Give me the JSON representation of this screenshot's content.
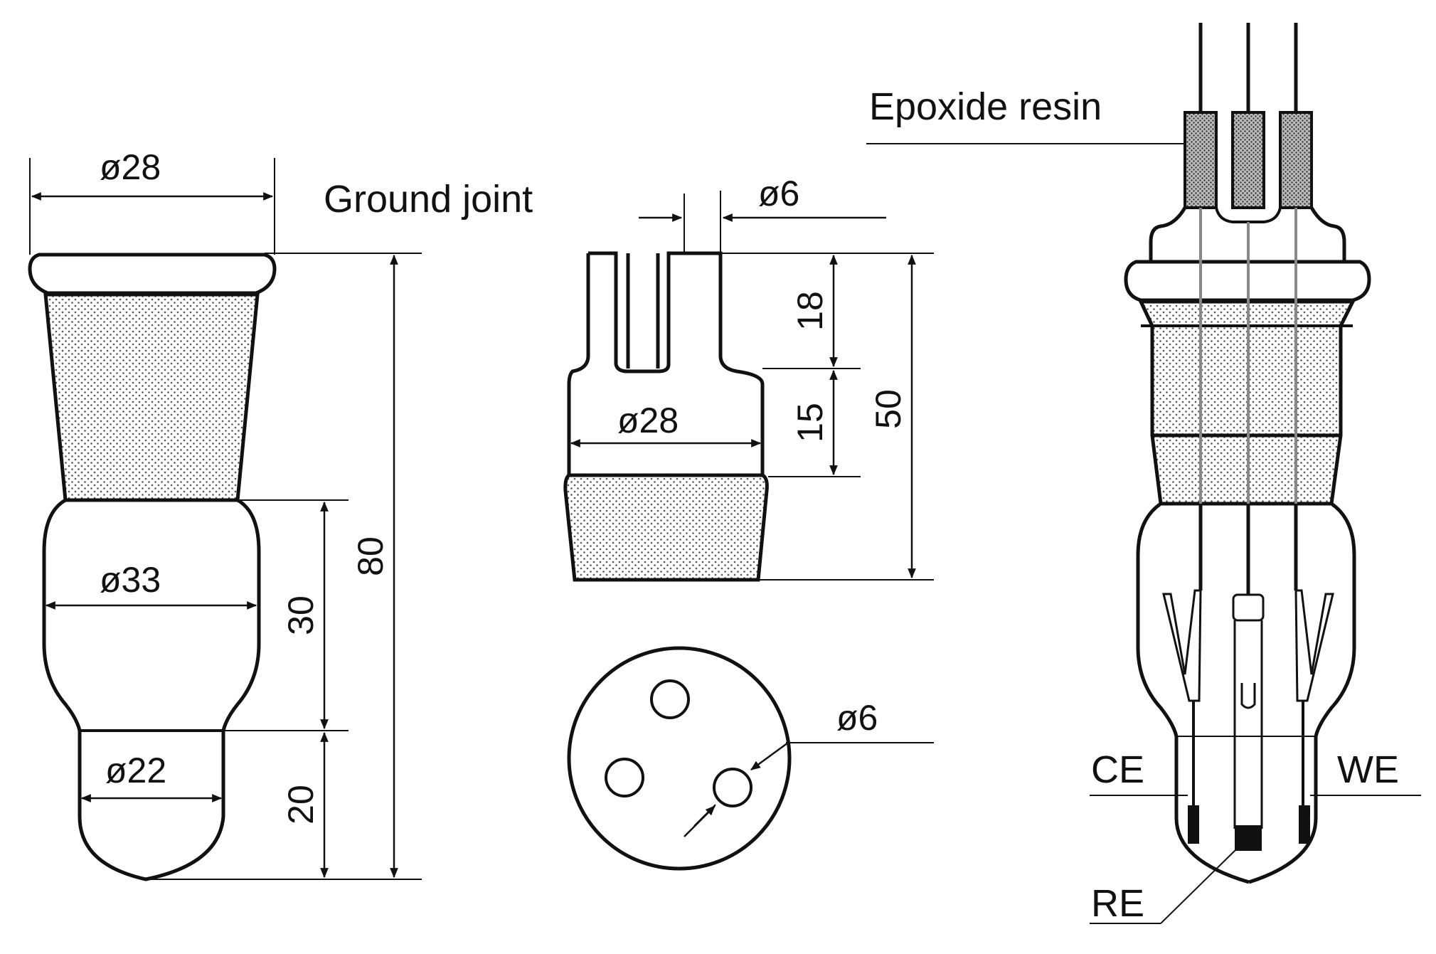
{
  "labels": {
    "ground_joint": "Ground joint",
    "epoxide_resin": "Epoxide resin",
    "ce": "CE",
    "we": "WE",
    "re": "RE"
  },
  "dimensions": {
    "top_diameter": "ø28",
    "bulb_diameter": "ø33",
    "tip_diameter": "ø22",
    "total_height": "80",
    "bulb_height": "30",
    "tip_height": "20",
    "hole_diameter_top": "ø6",
    "cap_diameter": "ø28",
    "cap_upper_height": "18",
    "cap_lower_height": "15",
    "cap_total_height": "50",
    "hole_diameter_plan": "ø6"
  }
}
